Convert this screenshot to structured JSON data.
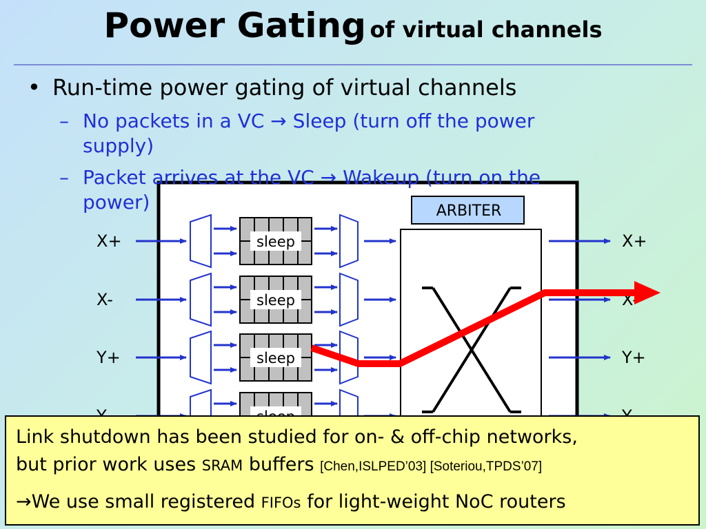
{
  "title": {
    "main": "Power Gating",
    "rest": "of virtual channels"
  },
  "bullet": "Run-time power gating of virtual channels",
  "subbullets": [
    {
      "line1": "No packets in a VC → Sleep (turn off the power",
      "line2": "supply)"
    },
    {
      "line1": "Packet arrives at the VC → Wakeup (turn on the",
      "line2": "power)"
    }
  ],
  "diagram": {
    "arbiter": "ARBITER",
    "inputs": [
      "X+",
      "X-",
      "Y+",
      "Y-"
    ],
    "outputs": [
      "X+",
      "X-",
      "Y+",
      "Y-"
    ],
    "buffer_label": "sleep"
  },
  "callout": {
    "line1": "Link shutdown has been studied for on- & off-chip networks,",
    "line2_a": "but prior work uses ",
    "line2_sram": "SRAM",
    "line2_b": " buffers ",
    "line2_cite": "[Chen,ISLPED’03] [Soteriou,TPDS’07]",
    "line3_a": "→We use small registered ",
    "line3_fifo": "FIFOs",
    "line3_b": " for light-weight NoC routers"
  },
  "colors": {
    "arrow_blue": "#2233cc",
    "path_red": "#ff0000",
    "callout_bg": "#ffff99",
    "arbiter_bg": "#b7d7ff"
  }
}
